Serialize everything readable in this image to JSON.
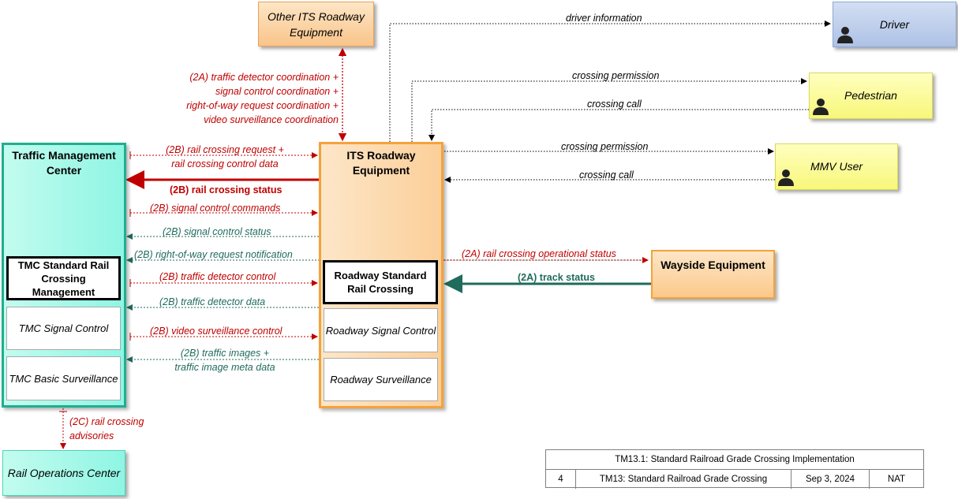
{
  "nodes": {
    "other_its": "Other ITS Roadway Equipment",
    "driver": "Driver",
    "pedestrian": "Pedestrian",
    "mmv_user": "MMV User",
    "tmc": "Traffic Management Center",
    "its_roadway": "ITS Roadway Equipment",
    "wayside": "Wayside Equipment",
    "rail_ops": "Rail Operations Center",
    "tmc_std_rail": "TMC Standard Rail Crossing Management",
    "tmc_signal": "TMC Signal Control",
    "tmc_basic_surv": "TMC Basic Surveillance",
    "roadway_std_rail": "Roadway Standard Rail Crossing",
    "roadway_signal": "Roadway Signal Control",
    "roadway_surv": "Roadway Surveillance"
  },
  "flows": {
    "other_its_coord": [
      "(2A) traffic detector coordination +",
      "signal control coordination +",
      "right-of-way request coordination +",
      "video surveillance coordination"
    ],
    "driver_info": "driver information",
    "ped_permission": "crossing permission",
    "ped_call": "crossing call",
    "mmv_permission": "crossing permission",
    "mmv_call": "crossing call",
    "rail_request": [
      "(2B) rail crossing request +",
      "rail crossing control data"
    ],
    "rail_status": "(2B) rail crossing status",
    "signal_commands": "(2B) signal control commands",
    "signal_status": "(2B) signal control status",
    "row_notification": "(2B) right-of-way request notification",
    "rail_operational": "(2A) rail crossing operational status",
    "detector_control": "(2B) traffic detector control",
    "track_status": "(2A) track status",
    "detector_data": "(2B) traffic detector data",
    "video_control": "(2B) video surveillance control",
    "traffic_images": [
      "(2B) traffic images +",
      "traffic image meta data"
    ],
    "advisories": [
      "(2C) rail crossing",
      "advisories"
    ]
  },
  "footer": {
    "title": "TM13.1: Standard Railroad Grade Crossing Implementation",
    "page": "4",
    "package": "TM13: Standard Railroad Grade Crossing",
    "date": "Sep 3, 2024",
    "org": "NAT"
  },
  "colors": {
    "red_flow": "#c00000",
    "teal_flow": "#1f6b5c",
    "tmc_fill": "#8ff5e3",
    "its_fill": "#fcd9a8",
    "user_fill": "#ffff99",
    "driver_fill": "#b4c7e7"
  }
}
